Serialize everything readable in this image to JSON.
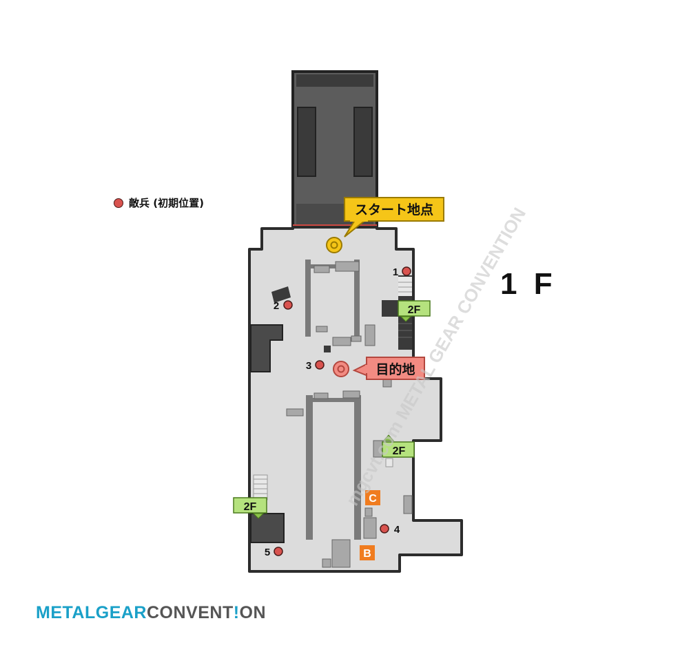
{
  "legend": {
    "label": "敵兵 (初期位置)",
    "marker_color": "#d9534f"
  },
  "floor": "1 F",
  "callouts": {
    "start": {
      "label": "スタート地点",
      "color": "#f5c518"
    },
    "goal": {
      "label": "目的地",
      "color": "#f28b82"
    }
  },
  "enemies": [
    "1",
    "2",
    "3",
    "4",
    "5"
  ],
  "stairs": [
    "2F",
    "2F",
    "2F"
  ],
  "markers": {
    "b": "B",
    "c": "C"
  },
  "watermark": "mgcvt.com METAL GEAR CONVENTION",
  "logo": {
    "part1": "METAL",
    "part2": "GEAR",
    "part3": "CONVENT",
    "part4": "!",
    "part5": "ON"
  },
  "colors": {
    "floor": "#dcdcdc",
    "wall": "#333333",
    "dark_area": "#5a5a5a",
    "stair_tag": "#b5e27e",
    "marker": "#f07c1f"
  }
}
